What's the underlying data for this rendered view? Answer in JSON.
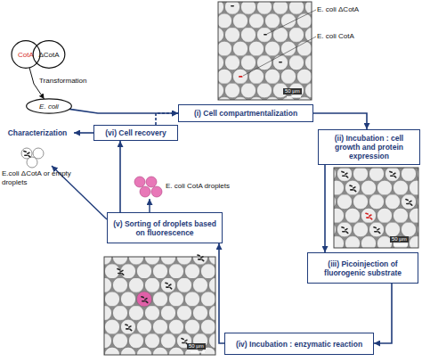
{
  "diagram": {
    "nodes": [
      {
        "text": [
          "CotA"
        ]
      },
      {
        "text": [
          "ΔCotA"
        ]
      },
      {
        "text": [
          "E. coli"
        ]
      },
      {
        "text": [
          "(i) Cell compartmentalization"
        ]
      },
      {
        "text": [
          "(ii) Incubation : cell growth and protein expression"
        ]
      },
      {
        "text": [
          "(iii) Picoinjection of fluorogenic substrate"
        ]
      },
      {
        "text": [
          "(iv) Incubation : enzymatic reaction"
        ]
      },
      {
        "text": [
          "(v) Sorting of droplets based on fluorescence"
        ]
      },
      {
        "text": [
          "(vi) Cell recovery"
        ]
      },
      {
        "text": [
          "Characterization"
        ]
      }
    ],
    "edges": [
      {
        "from": 0,
        "to": 2,
        "arrow": "to",
        "label": "Transformation"
      },
      {
        "from": 2,
        "to": 3,
        "arrow": "to"
      },
      {
        "from": 3,
        "to": 4,
        "arrow": "to"
      },
      {
        "from": 4,
        "to": 5,
        "arrow": "to"
      },
      {
        "from": 5,
        "to": 6,
        "arrow": "to"
      },
      {
        "from": 6,
        "to": 7,
        "arrow": "to"
      },
      {
        "from": 7,
        "to": 8,
        "arrow": "to"
      },
      {
        "from": 8,
        "to": 3,
        "arrow": "to"
      },
      {
        "from": 8,
        "to": 9,
        "arrow": "to"
      }
    ],
    "labels": [
      "E. coli ΔCotA",
      "E. coli CotA",
      "E. coli CotA droplets",
      "E.coli ΔCotA or empty droplets",
      "50 µm",
      "50 µm",
      "50 µm"
    ]
  }
}
